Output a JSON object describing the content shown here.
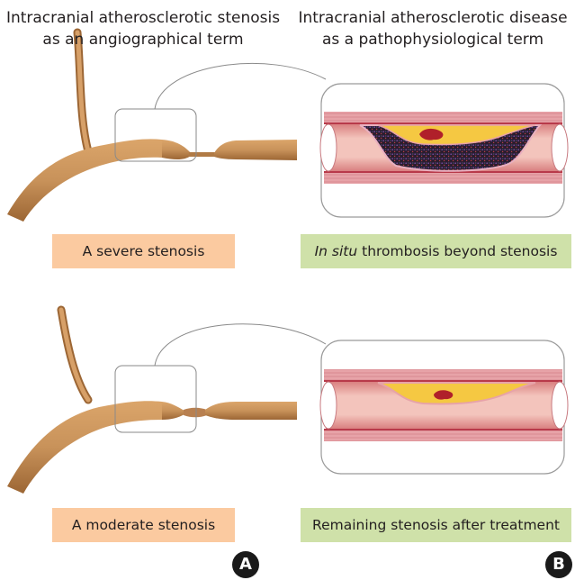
{
  "headings": {
    "left": {
      "line1": "Intracranial atherosclerotic stenosis",
      "line2": "as an angiographical term"
    },
    "right": {
      "line1": "Intracranial atherosclerotic disease",
      "line2": "as a pathophysiological term"
    }
  },
  "labels": {
    "severe": "A severe stenosis",
    "insitu_italic": "In situ",
    "insitu_rest": " thrombosis beyond stenosis",
    "moderate": "A moderate stenosis",
    "remaining": "Remaining stenosis after treatment"
  },
  "panels": {
    "a": "A",
    "b": "B"
  },
  "colors": {
    "artery": "#c8925a",
    "artery_dark": "#a87038",
    "label_orange": "#fbcaa0",
    "label_green": "#cfe1a9",
    "vessel_wall_pink": "#e9a3a8",
    "vessel_lumen": "#e9b0a8",
    "plaque_yellow": "#f5c842",
    "thrombus_dark": "#2a1a2a",
    "clot_red": "#b0202a"
  }
}
